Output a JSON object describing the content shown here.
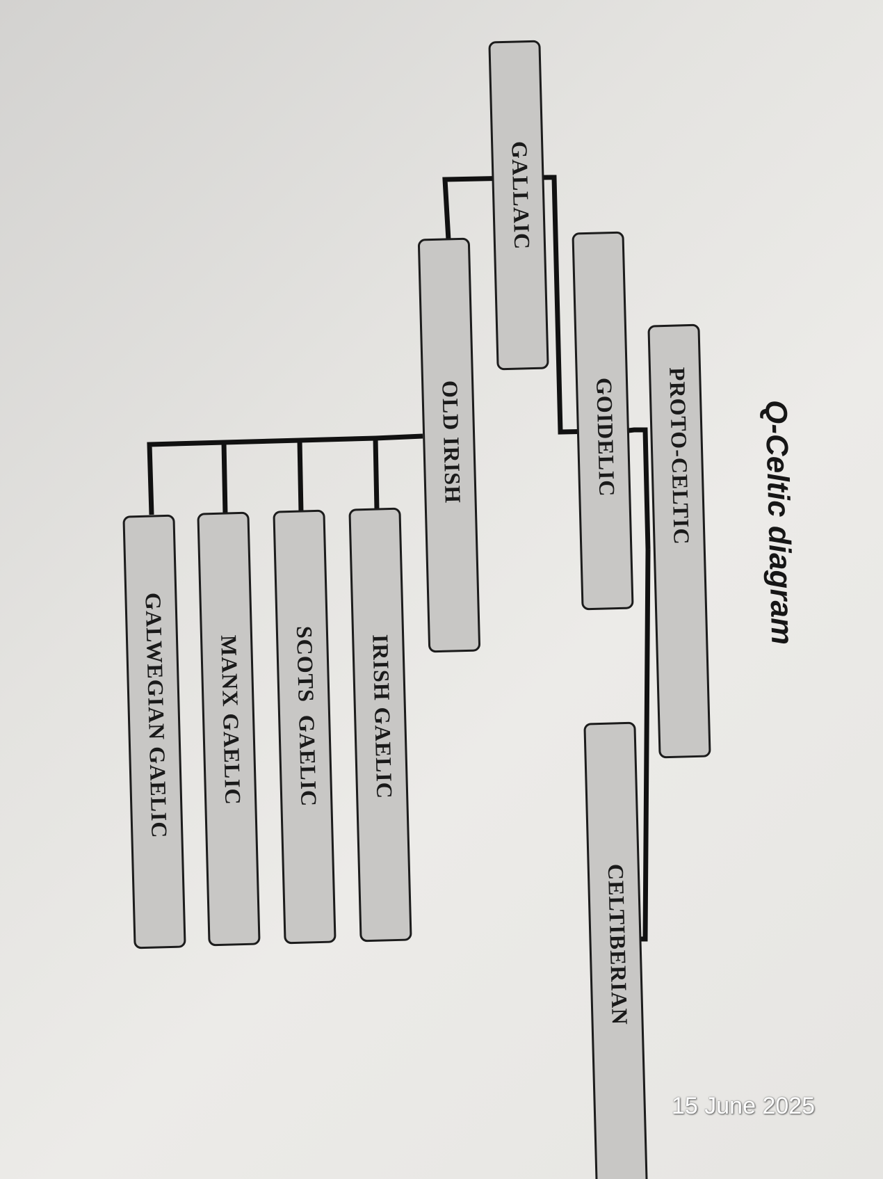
{
  "title": "Q-Celtic diagram",
  "nodes": {
    "proto_celtic": "PROTO-CELTIC",
    "goidelic": "GOIDELIC",
    "celtiberian": "CELTIBERIAN",
    "gallaic": "GALLAIC",
    "old_irish": "OLD IRISH",
    "irish_gaelic": "IRISH GAELIC",
    "scots_gaelic": "SCOTS  GAELIC",
    "manx_gaelic": "MANX GAELIC",
    "galwegian_gaelic": "GALWEGIAN GAELIC"
  },
  "edges": [
    [
      "proto_celtic",
      "goidelic"
    ],
    [
      "proto_celtic",
      "celtiberian"
    ],
    [
      "goidelic",
      "gallaic"
    ],
    [
      "goidelic",
      "old_irish"
    ],
    [
      "old_irish",
      "irish_gaelic"
    ],
    [
      "old_irish",
      "scots_gaelic"
    ],
    [
      "old_irish",
      "manx_gaelic"
    ],
    [
      "old_irish",
      "galwegian_gaelic"
    ]
  ],
  "date_stamp": "15 June 2025"
}
